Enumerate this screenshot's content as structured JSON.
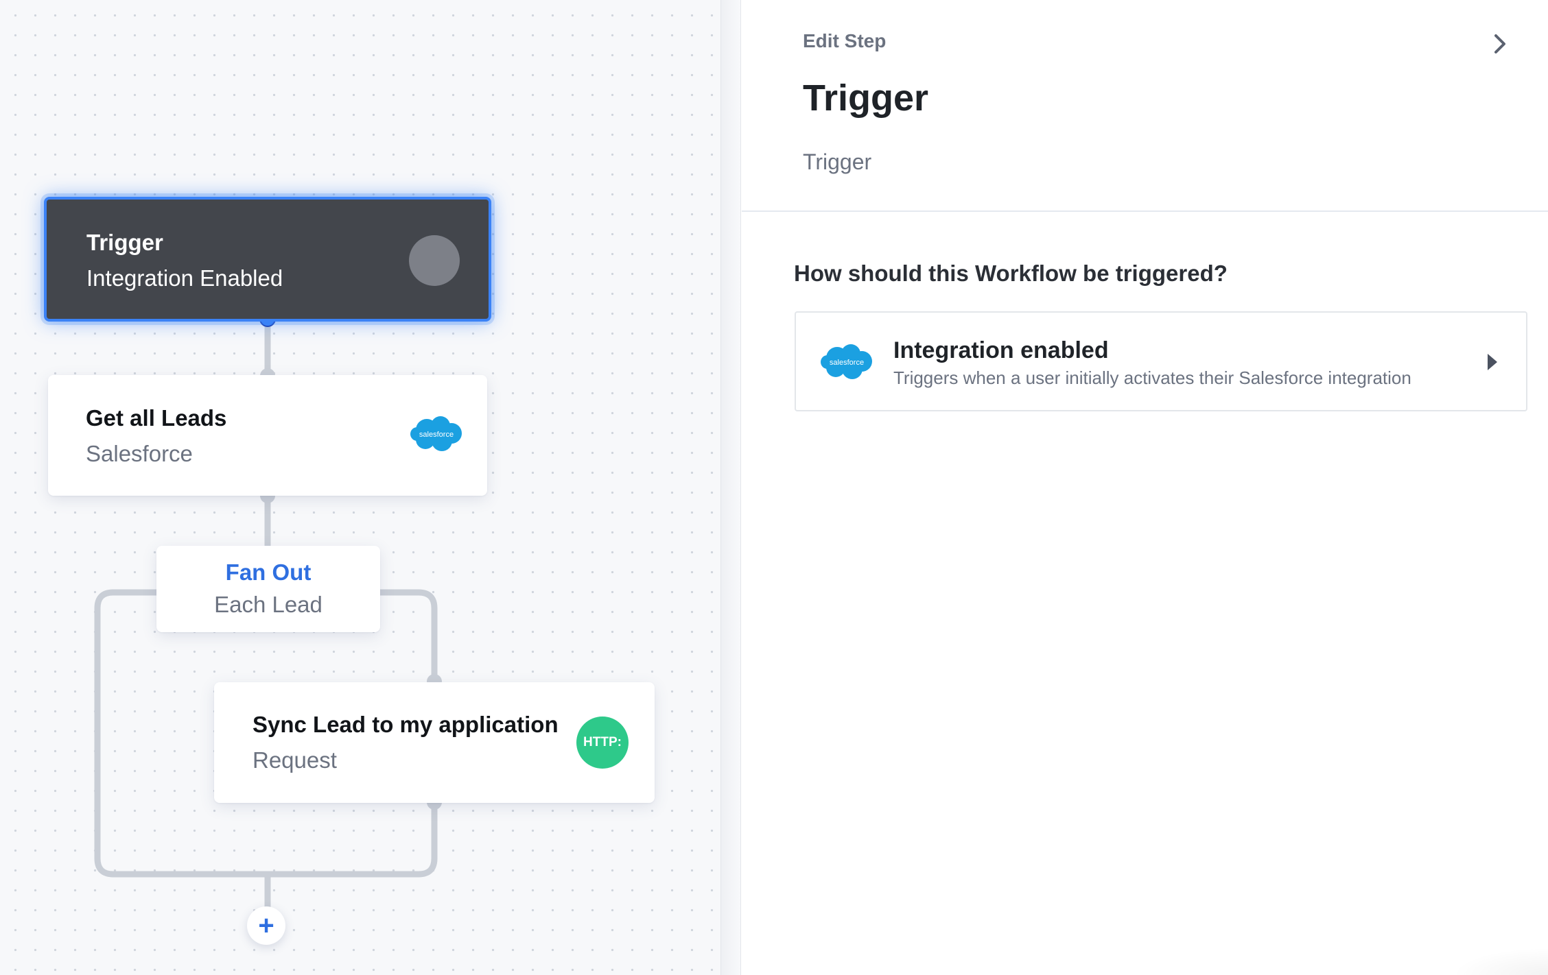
{
  "canvas": {
    "nodes": {
      "trigger": {
        "title": "Trigger",
        "subtitle": "Integration Enabled"
      },
      "get_leads": {
        "title": "Get all Leads",
        "subtitle": "Salesforce",
        "logo_text": "salesforce"
      },
      "fan_out": {
        "title": "Fan Out",
        "subtitle": "Each Lead"
      },
      "sync_lead": {
        "title": "Sync Lead to my application",
        "subtitle": "Request",
        "badge": "HTTP:"
      }
    },
    "add_step_label": "+"
  },
  "panel": {
    "label": "Edit Step",
    "title": "Trigger",
    "subtitle": "Trigger",
    "question": "How should this Workflow be triggered?",
    "option": {
      "title": "Integration enabled",
      "description": "Triggers when a user initially activates their Salesforce integration",
      "logo_text": "salesforce"
    }
  },
  "colors": {
    "accent": "#3b82f6",
    "fan_out_title": "#2f6fe0",
    "http_badge": "#2ec98a",
    "salesforce": "#1ba0e1",
    "trigger_node": "#43464c"
  },
  "icons": [
    "chevron-right-icon",
    "caret-right-icon",
    "salesforce-logo-icon",
    "plus-icon"
  ]
}
